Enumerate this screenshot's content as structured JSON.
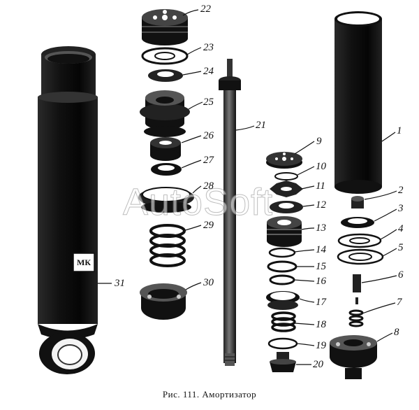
{
  "caption": "Рис. 111. Амортизатор",
  "watermark": "AutoSoft",
  "emblem": "МК",
  "labels": [
    "1",
    "2",
    "3",
    "4",
    "5",
    "6",
    "7",
    "8",
    "9",
    "10",
    "11",
    "12",
    "13",
    "14",
    "15",
    "16",
    "17",
    "18",
    "19",
    "20",
    "21",
    "22",
    "23",
    "24",
    "25",
    "26",
    "27",
    "28",
    "29",
    "30",
    "31"
  ],
  "colors": {
    "ink": "#111111",
    "paper": "#ffffff",
    "mid": "#777777"
  }
}
